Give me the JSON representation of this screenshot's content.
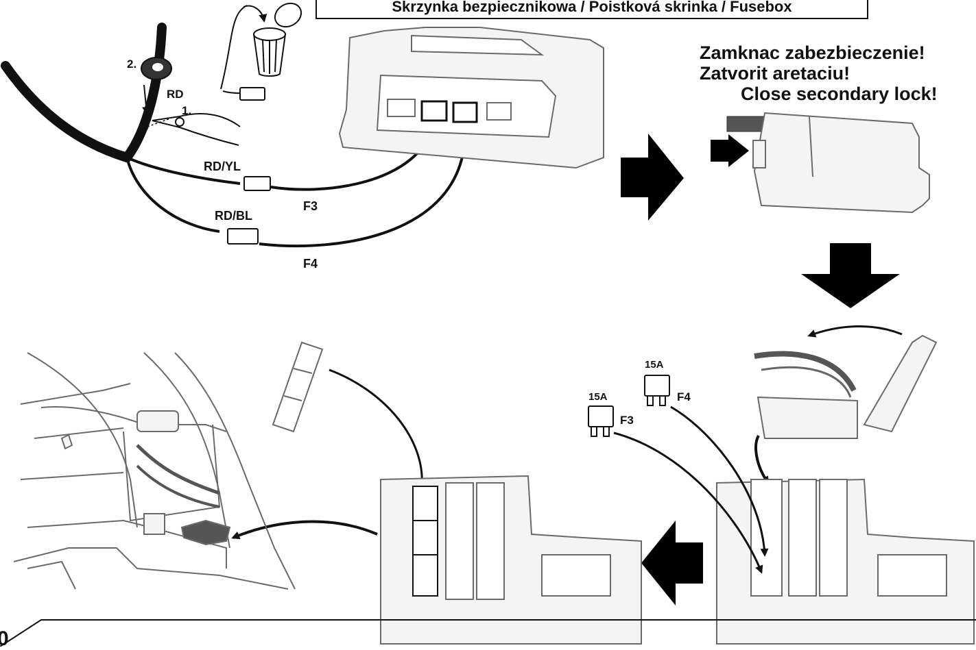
{
  "header": {
    "title": "Skrzynka bezpiecznikowa / Poistková skrinka / Fusebox"
  },
  "instructions": {
    "line1": "Zamknac zabezbieczenie!",
    "line2": "Zatvorit aretaciu!",
    "line3": "Close secondary lock!"
  },
  "wiring": {
    "step_tape": "2.",
    "step_cut": "1.",
    "wire_rd": "RD",
    "wire_rd_yl": "RD/YL",
    "wire_rd_bl": "RD/BL",
    "fuse_f3": "F3",
    "fuse_f4": "F4"
  },
  "fuses": {
    "f4_rating": "15A",
    "f4_label": "F4",
    "f3_rating": "15A",
    "f3_label": "F3"
  },
  "footer": {
    "page_number": "0"
  },
  "colors": {
    "line": "#111111",
    "panel_fill": "#f4f4f4",
    "panel_stroke": "#6a6a6a",
    "arrow": "#000000"
  }
}
